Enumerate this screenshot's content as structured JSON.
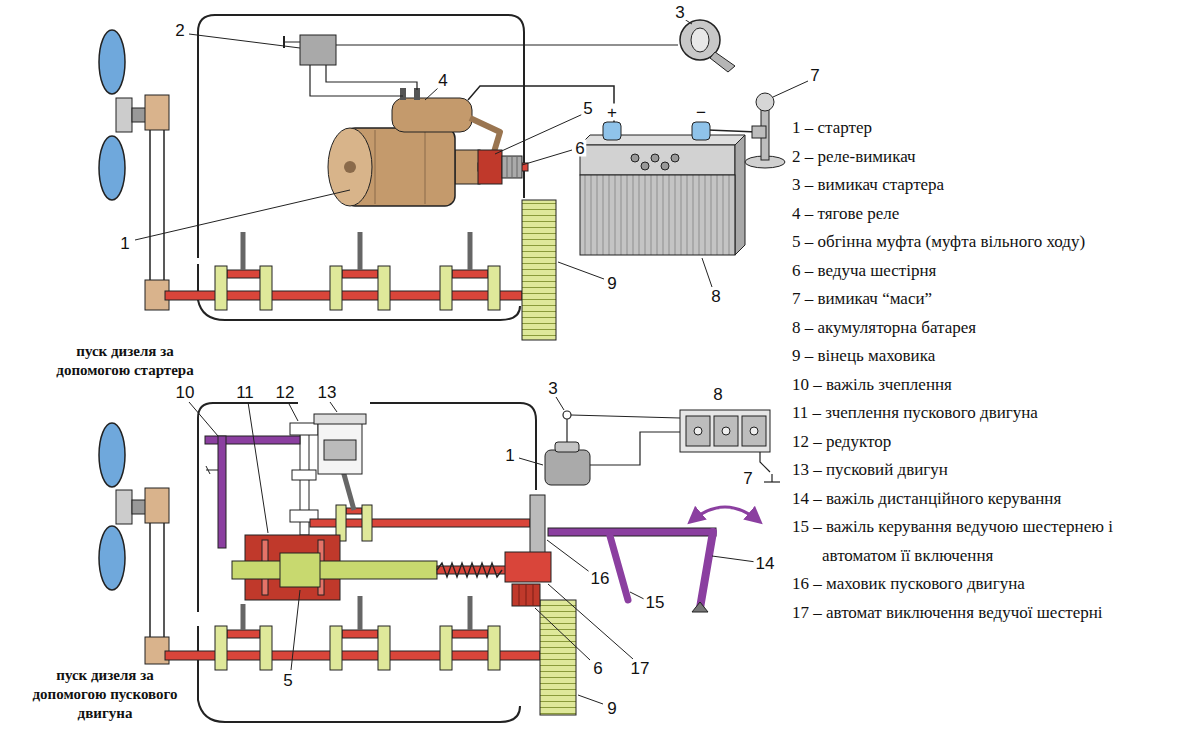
{
  "diagram": {
    "labels": [
      "2",
      "3",
      "4",
      "5",
      "+",
      "−",
      "6",
      "7",
      "1",
      "9",
      "8",
      "пуск дизеля за допомогою стартера",
      "10",
      "11",
      "12",
      "13",
      "3",
      "8",
      "1",
      "7",
      "14",
      "15",
      "16",
      "6",
      "17",
      "5",
      "9",
      "пуск дизеля за допомогою пускового двигуна",
      "1 – стартер",
      "2 – реле-вимикач",
      "3 – вимикач стартера",
      "4 – тягове реле",
      "5 – обгінна муфта (муфта вільного ходу)",
      "6 – ведуча шестірня",
      "7 – вимикач “маси”",
      "8 – акумуляторна батарея",
      "9 – вінець маховика",
      "10 – важіль зчеплення",
      "11 – зчеплення пускового двигуна",
      "12 – редуктор",
      "13 – пусковий двигун",
      "14 – важіль дистанційного керування",
      "15 – важіль керування ведучою шестернею і автоматом її включення",
      "16 – маховик пускового двигуна",
      "17 – автомат виключення ведучої шестерні"
    ]
  }
}
